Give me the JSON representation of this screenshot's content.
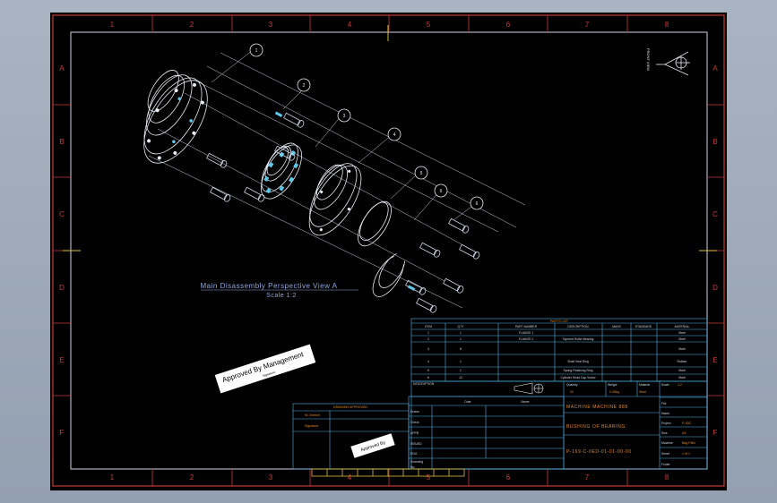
{
  "grid": {
    "columns": [
      "1",
      "2",
      "3",
      "4",
      "5",
      "6",
      "7",
      "8"
    ],
    "rows": [
      "A",
      "B",
      "C",
      "D",
      "E",
      "F"
    ]
  },
  "view": {
    "title": "Main Disassembly Perspective View A",
    "scale": "Scale 1:2"
  },
  "balloons": [
    "1",
    "2",
    "3",
    "4",
    "5",
    "6",
    "6"
  ],
  "stamp": {
    "text": "Approved By Management",
    "small": "Signature"
  },
  "approval_block": {
    "title": "DRAWING APPROVED",
    "row1": "W. Zelenel",
    "row2": "Signature",
    "stamp_text": "Approved By"
  },
  "revision_block": {
    "labels": [
      "Drawn",
      "Check",
      "APPR",
      "ISSUED",
      "ENG",
      "Scanning",
      "No."
    ],
    "col_date": "Date",
    "col_name": "Name"
  },
  "parts_list": {
    "title": "PARTS LIST",
    "headers": [
      "ITEM",
      "QTY",
      "PART NUMBER",
      "DESCRIPTION",
      "MASS",
      "STANDARD",
      "MATERIAL"
    ],
    "rows": [
      [
        "1",
        "1",
        "FLANGE 1",
        "",
        "",
        "",
        "Steel"
      ],
      [
        "2",
        "1",
        "FLANGE 2",
        "Tapered Roller Bearing",
        "",
        "",
        "Steel"
      ],
      [
        "3",
        "8",
        "",
        "",
        "",
        "",
        "Steel"
      ],
      [
        "4",
        "1",
        "",
        "Shaft Seal Ring",
        "",
        "",
        "Rubber"
      ],
      [
        "5",
        "1",
        "",
        "Spring Retaining Ring",
        "",
        "",
        "Steel"
      ],
      [
        "6",
        "12",
        "",
        "Cylinder Head Cap Screw",
        "",
        "",
        "Steel"
      ]
    ]
  },
  "title_block": {
    "description_label": "DESCRIPTION",
    "quantity_label": "Quantity",
    "quantity": "02",
    "weight_label": "Weight",
    "weight": "0.05kg",
    "material_label": "Material",
    "material": "Steel",
    "scale_label": "Scale",
    "scale": "1:2",
    "machine": "MACHINE MACHINE 888",
    "part_name": "BUSHING OF BEARING",
    "drawing_number": "P-169-C-0ED-01-01-00-00",
    "right_labels": [
      "File",
      "Name",
      "Project",
      "Size",
      "Machine",
      "Sheet",
      "Folder"
    ],
    "right_values": [
      "",
      "",
      "P-00C",
      "A3",
      "Bag Filter",
      "1 of 1",
      ""
    ]
  },
  "north": {
    "label": "FRONT VIEW"
  }
}
